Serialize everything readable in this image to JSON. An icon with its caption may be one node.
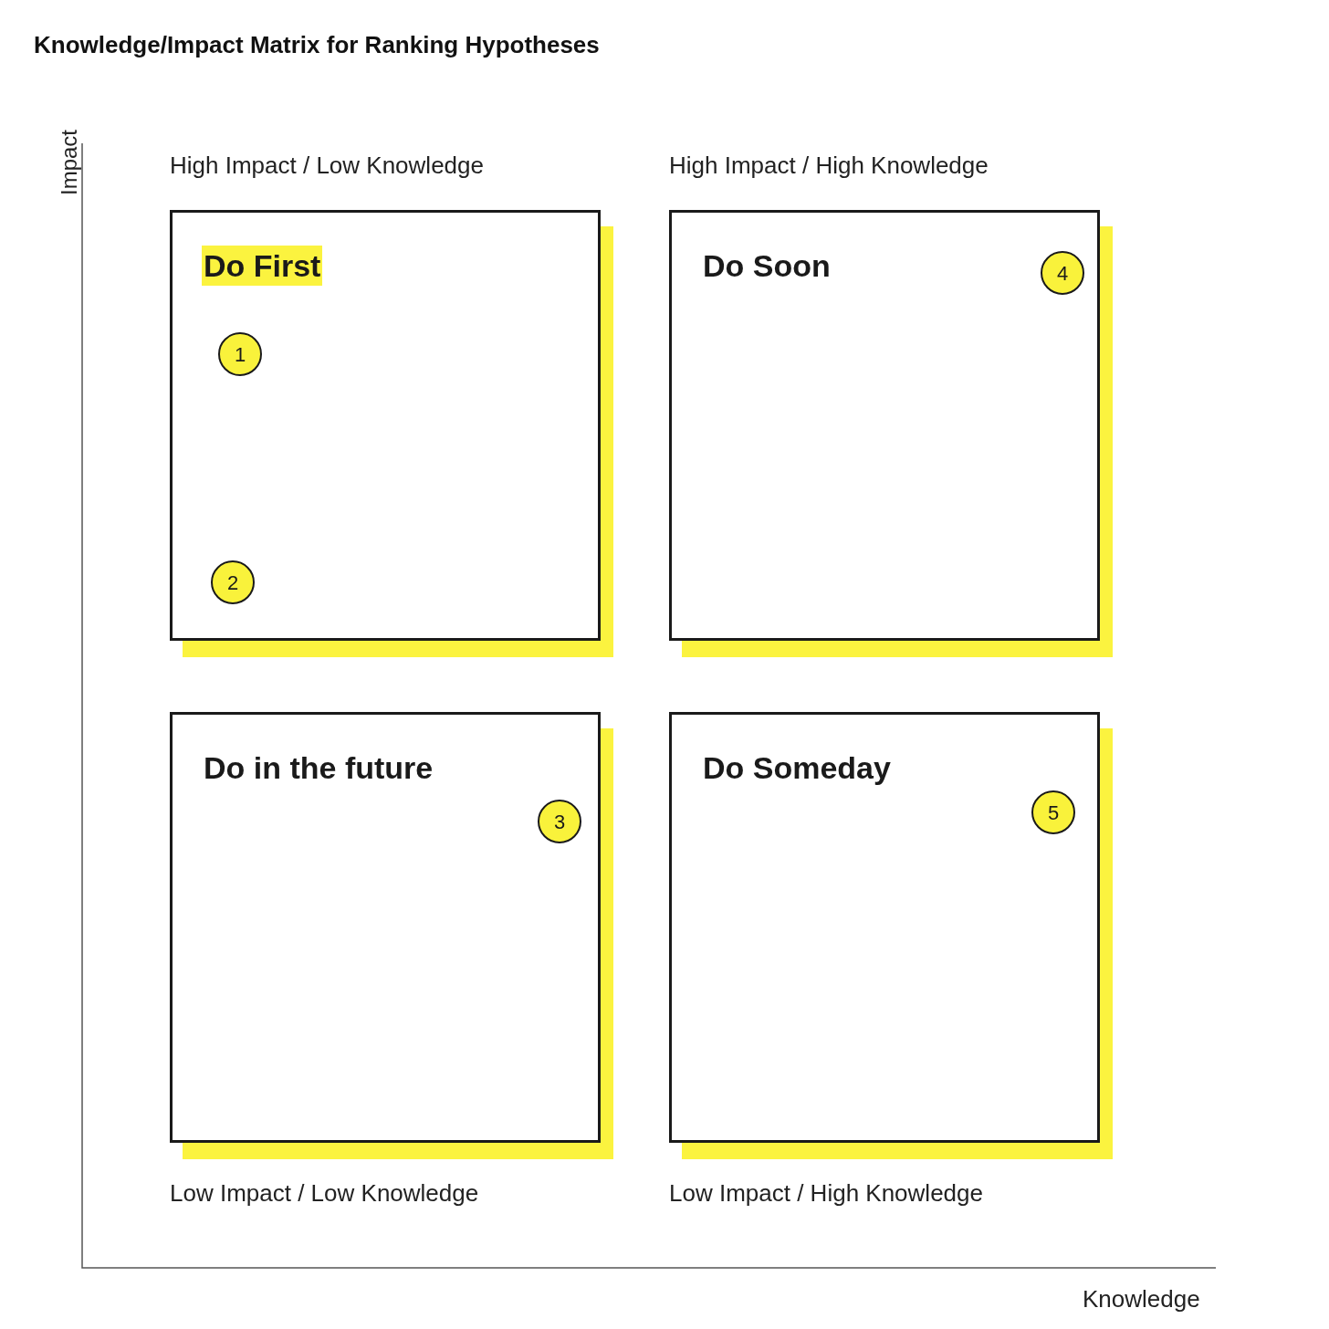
{
  "diagram": {
    "title": "Knowledge/Impact Matrix for Ranking Hypotheses",
    "nodes": [
      {
        "text": [
          "Do First"
        ],
        "beside": [
          "High Impact / Low Knowledge"
        ]
      },
      {
        "text": [
          "1"
        ],
        "in": 0
      },
      {
        "text": [
          "2"
        ],
        "in": 0
      },
      {
        "text": [
          "Do Soon"
        ],
        "beside": [
          "High Impact / High Knowledge"
        ]
      },
      {
        "text": [
          "4"
        ],
        "in": 3
      },
      {
        "text": [
          "Do in the future"
        ],
        "beside": [
          "Low Impact / Low Knowledge"
        ]
      },
      {
        "text": [
          "3"
        ],
        "in": 5
      },
      {
        "text": [
          "Do Someday"
        ],
        "beside": [
          "Low Impact / High Knowledge"
        ]
      },
      {
        "text": [
          "5"
        ],
        "in": 7
      }
    ],
    "labels": [
      "Impact",
      "Knowledge"
    ]
  }
}
